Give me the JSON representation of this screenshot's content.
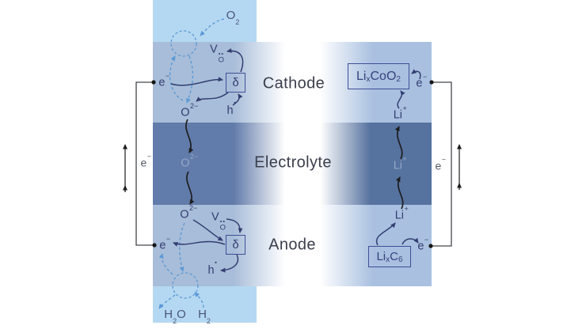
{
  "sections": {
    "cathode": "Cathode",
    "electrolyte": "Electrolyte",
    "anode": "Anode"
  },
  "species": {
    "o2": {
      "base": "O",
      "sub": "2"
    },
    "h2o": {
      "p1": "H",
      "s1": "2",
      "p2": "O"
    },
    "h2": {
      "base": "H",
      "sub": "2"
    },
    "electron": {
      "base": "e",
      "sup": "−"
    },
    "oxide_ion": {
      "base": "O",
      "sup": "2−"
    },
    "hole": {
      "base": "h",
      "sup": "•"
    },
    "vacancy": {
      "base": "V",
      "dots": "••",
      "sub": "O"
    },
    "delta": "δ",
    "lithium_ion": {
      "base": "Li",
      "sup": "+"
    }
  },
  "battery": {
    "cathode_material": {
      "p1": "Li",
      "s1": "x",
      "p2": "CoO",
      "s2": "2"
    },
    "anode_material": {
      "p1": "Li",
      "s1": "x",
      "p2": "C",
      "s2": "6"
    }
  },
  "colors": {
    "gas_channel": "#b5d8f2",
    "electrode_left": "#a8bdd9",
    "electrode_right": "#a9c0e0",
    "electrolyte_left": "#617baa",
    "electrolyte_right": "#56729f",
    "ink_indigo": "#333e72",
    "dashed_blue": "#5c99d6",
    "wavy_black": "#1d1d1f",
    "wire_gray": "#43464b"
  }
}
